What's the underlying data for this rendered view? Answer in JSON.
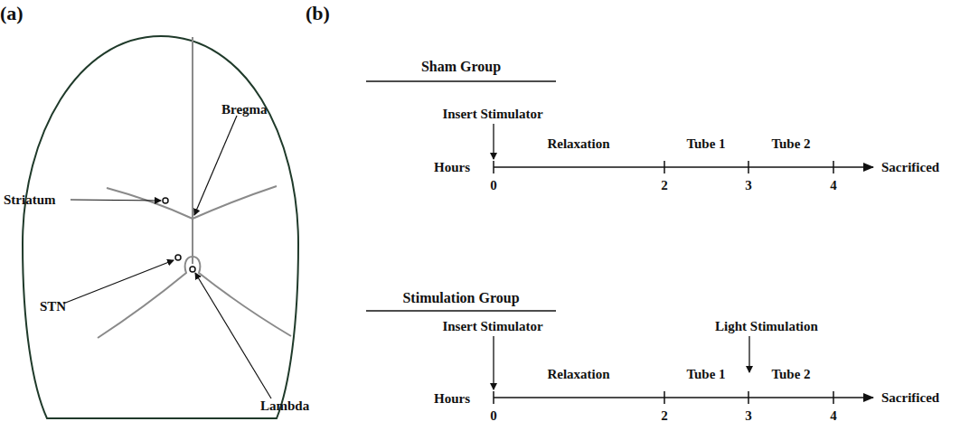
{
  "diagram": {
    "labels": [
      "(a)",
      "(b)",
      "Striatum",
      "STN",
      "Bregma",
      "Lambda",
      "Sham Group",
      "Insert Stimulator",
      "Relaxation",
      "Tube 1",
      "Tube 2",
      "Hours",
      "0",
      "2",
      "3",
      "4",
      "Sacrificed",
      "Stimulation Group",
      "Insert Stimulator",
      "Light Stimulation",
      "Relaxation",
      "Tube 1",
      "Tube 2",
      "Hours",
      "0",
      "2",
      "3",
      "4",
      "Sacrificed"
    ]
  }
}
